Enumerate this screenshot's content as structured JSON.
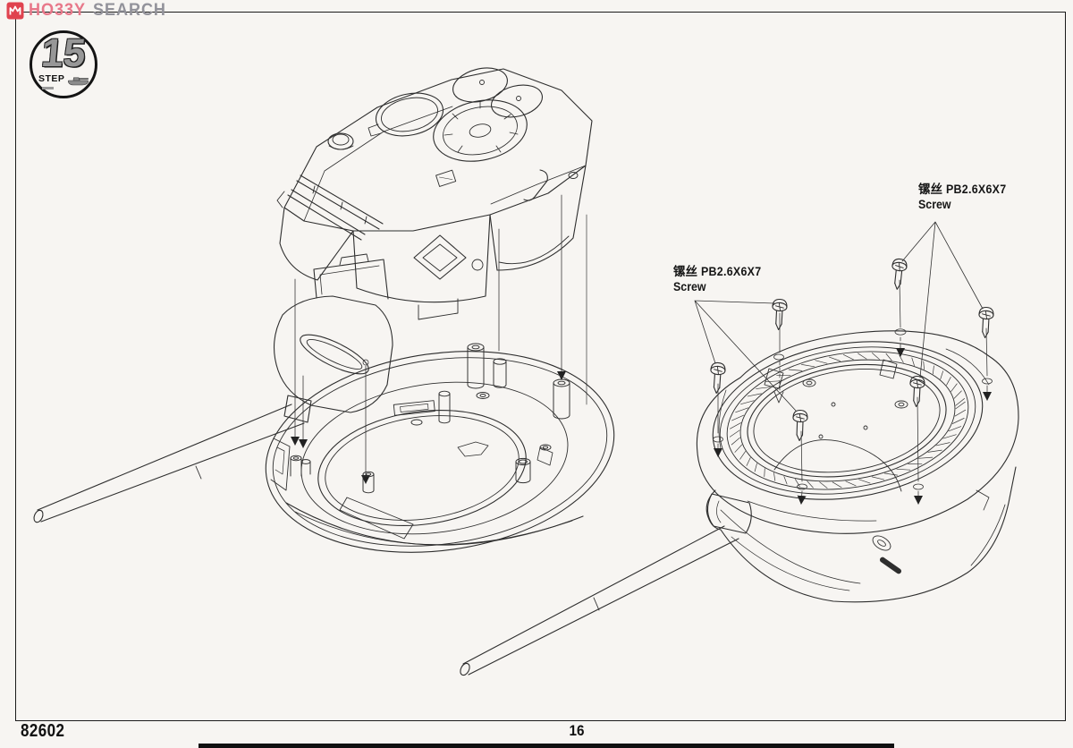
{
  "watermark": {
    "brand_left": "HO33Y",
    "brand_right": "SEARCH",
    "icon": "hobby-search-logo-icon",
    "icon_bg": "#e0434f",
    "color_left": "#e8788a",
    "color_right": "#92929a"
  },
  "step_badge": {
    "number": "15",
    "label": "STEP",
    "icon": "tank-icon"
  },
  "annotations": {
    "left": {
      "cn": "镙丝",
      "spec": "PB2.6X6X7",
      "en": "Screw"
    },
    "right": {
      "cn": "镙丝",
      "spec": "PB2.6X6X7",
      "en": "Screw"
    }
  },
  "footer": {
    "kit_number": "82602",
    "page_number": "16"
  },
  "style": {
    "paper_color": "#f7f5f2",
    "ink_color": "#2e2e2e",
    "frame_color": "#1b1b1b"
  }
}
